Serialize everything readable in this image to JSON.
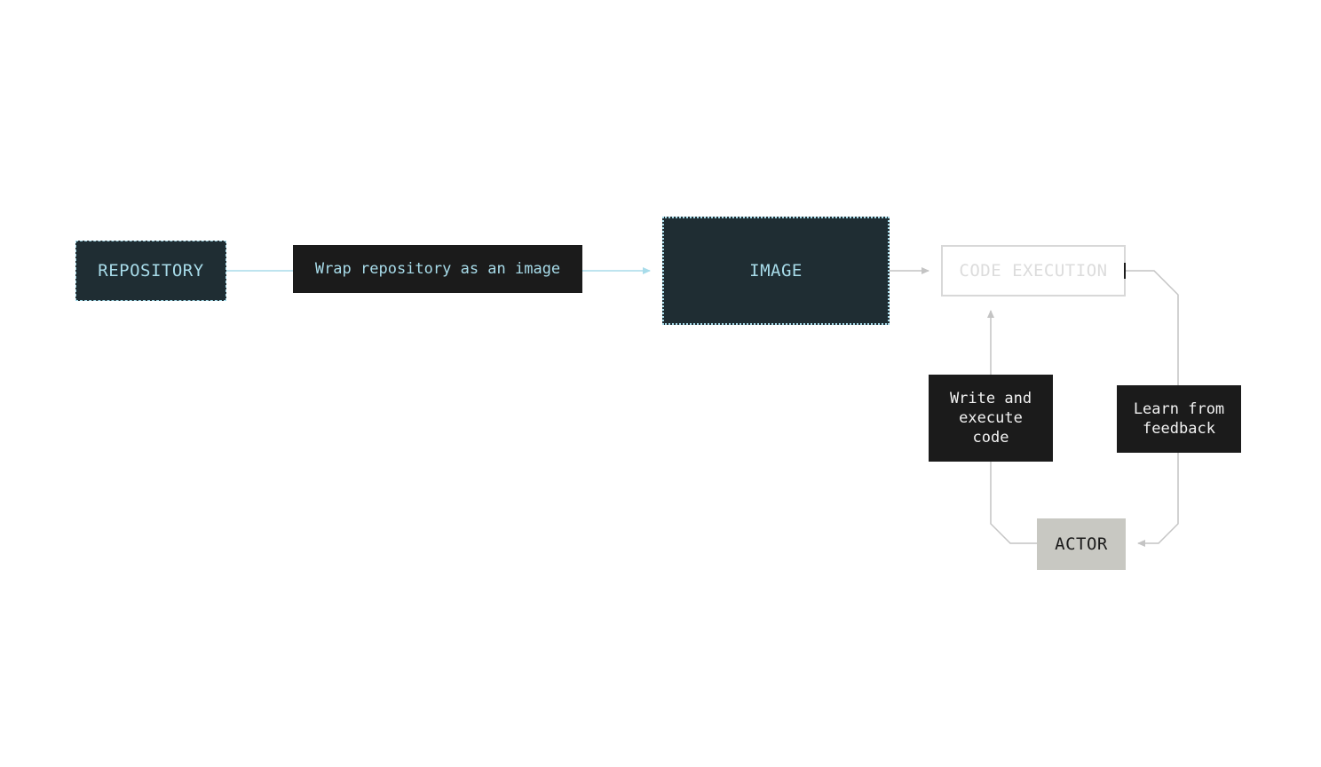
{
  "nodes": {
    "repository": "REPOSITORY",
    "image": "IMAGE",
    "code_execution": "CODE EXECUTION",
    "actor": "ACTOR"
  },
  "edge_labels": {
    "wrap": "Wrap repository as an image",
    "write": "Write and\nexecute\ncode",
    "learn": "Learn from\nfeedback"
  },
  "colors": {
    "dark_node": "#1f2d33",
    "accent": "#a8dcea",
    "label_bg": "#1b1b1b",
    "muted_line": "#c4c4c4",
    "actor_bg": "#c8c8c2"
  }
}
